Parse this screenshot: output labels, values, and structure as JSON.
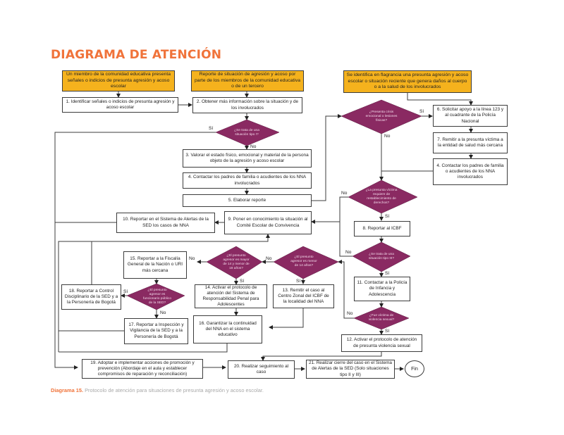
{
  "title": "DIAGRAMA DE ATENCIÓN",
  "colors": {
    "title": "#f0733a",
    "start_box": "#f5b21d",
    "decision": "#8a2a62",
    "decision_text": "#f3d9ea",
    "line": "#3c3c3c",
    "caption": "#a9a9a9"
  },
  "start_boxes": {
    "s1": "Un miembro de la comunidad educativa presenta señales o indicios de presunta agresión y acoso escolar",
    "s2": "Reporte de situación de agresión y acoso por parte de los miembros de la comunidad educativa o de un tercero",
    "s3": "Se identifica en flagrancia una presunta agresión y acoso escolar o situación reciente que genera daños al cuerpo o a la salud de los involucrados"
  },
  "steps": {
    "p1": "1. Identificar señales o indicios de presunta agresión y acoso escolar",
    "p2": "2. Obtener más información sobre la situación y de los involucrados",
    "p3": "3. Valorar el estado físico, emocional y material de la persona objeto de la agresión y acoso escolar",
    "p4": "4. Contactar los padres de familia o acudientes de los NNA involucrados",
    "p5": "5. Elaborar reporte",
    "p6": "6. Solicitar apoyo a la línea 123 y al cuadrante de la Policía Nacional",
    "p7": "7. Remitir a la presunta víctima a la entidad de salud más cercana",
    "p4b": "4. Contactar los padres de familia o acudientes de los NNA involucrados",
    "p8": "8. Reportar al ICBF",
    "p9": "9. Poner en conocimiento la situación al Comité Escolar de Convivencia",
    "p10": "10. Reportar en el Sistema de Alertas de la SED los casos de NNA",
    "p11": "11. Contactar a la Policía de Infancia y Adolescencia",
    "p12": "12. Activar el protocolo de atención de presunta violencia sexual",
    "p13": "13. Remitir el caso al Centro Zonal del ICBF de la localidad del NNA",
    "p14": "14. Activar el protocolo de atención del Sistema de Responsabilidad Penal para Adolescentes",
    "p15": "15. Reportar a la Fiscalía General de la Nación o URI más cercana",
    "p16": "16. Garantizar la continuidad del NNA en el sistema educativo",
    "p17": "17. Reportar a Inspección y Vigilancia de la SED y a la Personería de Bogotá",
    "p18": "18. Reportar a Control Disciplinario de la SED y a la Personería de Bogotá",
    "p19": "19. Adoptar e implementar acciones de promoción y prevención (Abordaje en el aula y establecer compromisos de reparación y reconciliación)",
    "p20": "20. Realizar seguimiento al caso",
    "p21": "21. Realizar cierre del caso en el Sistema de Alertas de la SED (Solo situaciones tipo II y III)"
  },
  "decisions": {
    "d1": "¿Se trata de una situación tipo I?",
    "d2": "¿Presenta crisis emocional o lesiones físicas?",
    "d3": "¿La presunta víctima requiere de restablecimiento de derechos?",
    "d4": "¿Se trata de una situación tipo III?",
    "d5": "¿Fue víctima de violencia sexual?",
    "d6": "¿El presunto agresor es menor de 14 años?",
    "d7": "¿El presunto agresor es mayor de 14 y menor de 18 años?",
    "d8": "¿El presunto agresor es funcionario público de la SED?"
  },
  "labels": {
    "yes": "Sí",
    "no": "No"
  },
  "end_label": "Fin",
  "caption": {
    "prefix": "Diagrama 15.",
    "text": " Protocolo de atención para situaciones de presunta agresión y acoso escolar."
  }
}
